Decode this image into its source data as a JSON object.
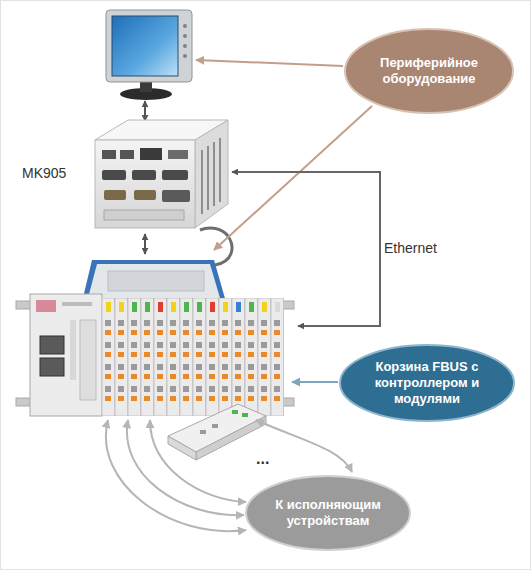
{
  "diagram": {
    "nodes": [
      {
        "text": [
          "Периферийное оборудование"
        ]
      },
      {
        "text": [
          "Корзина FBUS с контроллером и модулями"
        ]
      },
      {
        "text": [
          "К исполняющим устройствам"
        ]
      }
    ],
    "labels": [
      "MK905",
      "Ethernet",
      "..."
    ]
  }
}
